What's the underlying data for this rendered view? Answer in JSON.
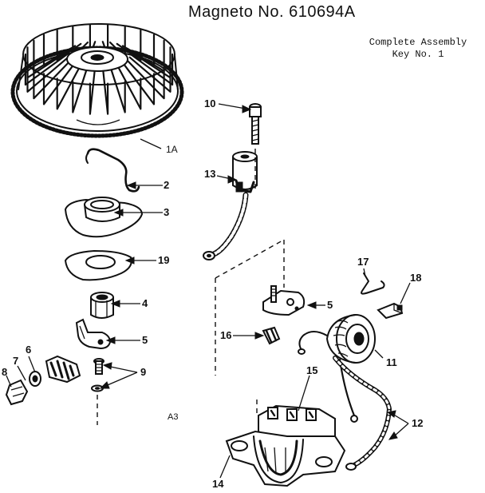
{
  "header": {
    "title": "Magneto No. 610694A",
    "subtitle_line1": "Complete Assembly",
    "subtitle_line2": "Key No. 1"
  },
  "keys": {
    "k1a": "1A",
    "k2": "2",
    "k3": "3",
    "k19": "19",
    "k4": "4",
    "k5a": "5",
    "k5b": "5",
    "k6": "6",
    "k7": "7",
    "k8": "8",
    "k9": "9",
    "k10": "10",
    "k11": "11",
    "k12": "12",
    "k13": "13",
    "k14": "14",
    "k15": "15",
    "k16": "16",
    "k17": "17",
    "k18": "18",
    "stamp": "A3"
  }
}
